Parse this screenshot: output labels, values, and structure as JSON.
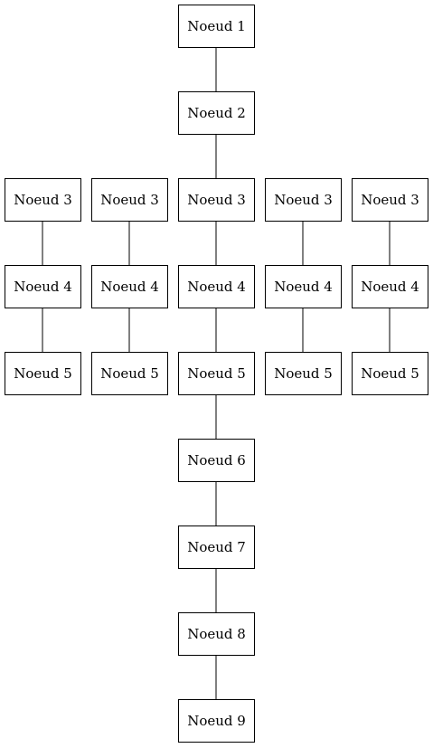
{
  "diagram": {
    "nodes": [
      {
        "id": "n1",
        "label": "Noeud 1"
      },
      {
        "id": "n2",
        "label": "Noeud 2"
      },
      {
        "id": "n3a",
        "label": "Noeud 3"
      },
      {
        "id": "n3b",
        "label": "Noeud 3"
      },
      {
        "id": "n3c",
        "label": "Noeud 3"
      },
      {
        "id": "n3d",
        "label": "Noeud 3"
      },
      {
        "id": "n3e",
        "label": "Noeud 3"
      },
      {
        "id": "n4a",
        "label": "Noeud 4"
      },
      {
        "id": "n4b",
        "label": "Noeud 4"
      },
      {
        "id": "n4c",
        "label": "Noeud 4"
      },
      {
        "id": "n4d",
        "label": "Noeud 4"
      },
      {
        "id": "n4e",
        "label": "Noeud 4"
      },
      {
        "id": "n5a",
        "label": "Noeud 5"
      },
      {
        "id": "n5b",
        "label": "Noeud 5"
      },
      {
        "id": "n5c",
        "label": "Noeud 5"
      },
      {
        "id": "n5d",
        "label": "Noeud 5"
      },
      {
        "id": "n5e",
        "label": "Noeud 5"
      },
      {
        "id": "n6",
        "label": "Noeud 6"
      },
      {
        "id": "n7",
        "label": "Noeud 7"
      },
      {
        "id": "n8",
        "label": "Noeud 8"
      },
      {
        "id": "n9",
        "label": "Noeud 9"
      }
    ],
    "edges": [
      {
        "from": "n1",
        "to": "n2"
      },
      {
        "from": "n2",
        "to": "n3c"
      },
      {
        "from": "n3a",
        "to": "n4a"
      },
      {
        "from": "n3b",
        "to": "n4b"
      },
      {
        "from": "n3c",
        "to": "n4c"
      },
      {
        "from": "n3d",
        "to": "n4d"
      },
      {
        "from": "n3e",
        "to": "n4e"
      },
      {
        "from": "n4a",
        "to": "n5a"
      },
      {
        "from": "n4b",
        "to": "n5b"
      },
      {
        "from": "n4c",
        "to": "n5c"
      },
      {
        "from": "n4d",
        "to": "n5d"
      },
      {
        "from": "n4e",
        "to": "n5e"
      },
      {
        "from": "n5c",
        "to": "n6"
      },
      {
        "from": "n6",
        "to": "n7"
      },
      {
        "from": "n7",
        "to": "n8"
      },
      {
        "from": "n8",
        "to": "n9"
      }
    ]
  }
}
